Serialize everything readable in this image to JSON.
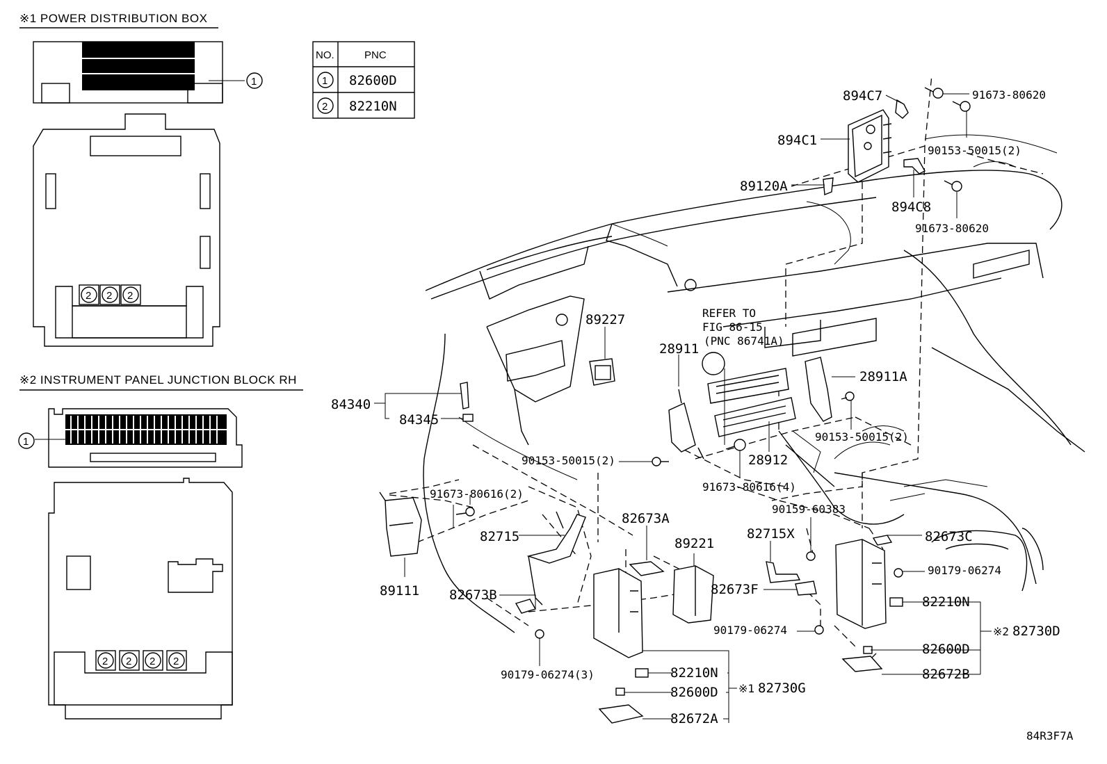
{
  "headers": {
    "power_box": "※1  POWER DISTRIBUTION BOX",
    "junction_block": "※2 INSTRUMENT PANEL JUNCTION BLOCK RH"
  },
  "table": {
    "col_no": "NO.",
    "col_pnc": "PNC",
    "rows": [
      {
        "no": "1",
        "pnc": "82600D"
      },
      {
        "no": "2",
        "pnc": "82210N"
      }
    ]
  },
  "callouts": {
    "one": "1",
    "two": "2"
  },
  "refer": {
    "line1": "REFER TO",
    "line2": "FIG 86-15",
    "line3": "(PNC 86741A)"
  },
  "labels": {
    "p894C7": "894C7",
    "p91673_80620_a": "91673-80620",
    "p894C1": "894C1",
    "p90153_50015_top": "90153-50015(2)",
    "p89120A": "89120A",
    "p894C8": "894C8",
    "p91673_80620_b": "91673-80620",
    "p89227": "89227",
    "p28911": "28911",
    "p28911A": "28911A",
    "p84340": "84340",
    "p84345": "84345",
    "p90153_50015_right": "90153-50015(2)",
    "p90153_50015_mid": "90153-50015(2)",
    "p28912": "28912",
    "p91673_80616_4": "91673-80616(4)",
    "p91673_80616_2": "91673-80616(2)",
    "p90159_60383": "90159-60383",
    "p82673A": "82673A",
    "p82715": "82715",
    "p82715X": "82715X",
    "p82673C": "82673C",
    "p89221": "89221",
    "p90179_06274_r": "90179-06274",
    "p89111": "89111",
    "p82673B": "82673B",
    "p82673F": "82673F",
    "p82210N_r": "82210N",
    "p82730D": "82730D",
    "p90179_06274_m": "90179-06274",
    "p82600D_r": "82600D",
    "p82672B": "82672B",
    "p90179_06274_3": "90179-06274(3)",
    "p82210N_l": "82210N",
    "p82730G": "82730G",
    "p82600D_l": "82600D",
    "p82672A": "82672A",
    "mark2": "※2",
    "mark1": "※1",
    "code": "84R3F7A"
  }
}
